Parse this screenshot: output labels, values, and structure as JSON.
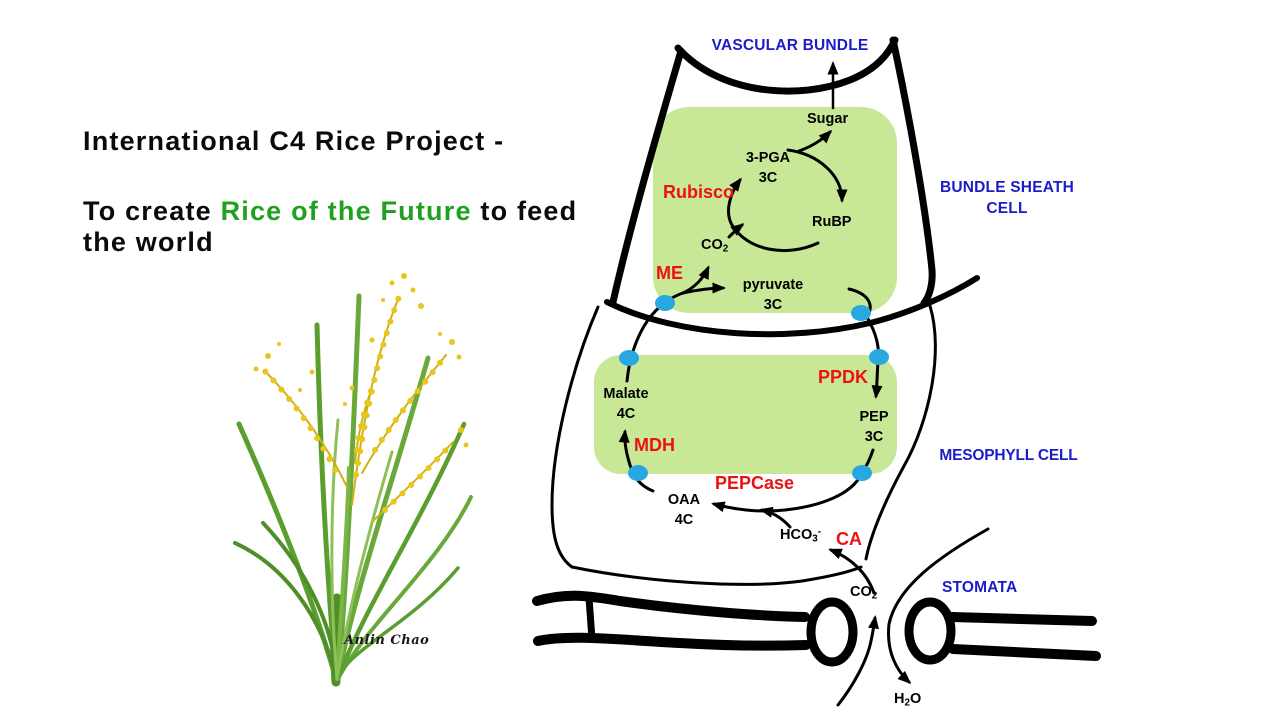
{
  "slide": {
    "title_line1": "International C4 Rice Project -",
    "title_line2_prefix": "To create ",
    "title_line2_highlight": "Rice of the Future",
    "title_line2_suffix": " to feed",
    "title_line3": "the world",
    "signature": "Anlin Chao"
  },
  "colors": {
    "blue_label": "#1b1bc8",
    "red_label": "#ee1111",
    "green_box": "#c9e897",
    "dot_blue": "#29a7e0",
    "title_green": "#1fa11f"
  },
  "diagram": {
    "region_labels": {
      "vascular_bundle": "VASCULAR BUNDLE",
      "bundle_sheath_line1": "BUNDLE SHEATH",
      "bundle_sheath_line2": "CELL",
      "mesophyll_cell": "MESOPHYLL CELL",
      "stomata": "STOMATA"
    },
    "enzymes": {
      "rubisco": "Rubisco",
      "me": "ME",
      "ppdk": "PPDK",
      "mdh": "MDH",
      "pepcase": "PEPCase",
      "ca": "CA"
    },
    "metabolites": {
      "sugar": "Sugar",
      "pga": "3-PGA",
      "pga_c": "3C",
      "rubp": "RuBP",
      "co2_base": "CO",
      "co2_sub": "2",
      "pyruvate": "pyruvate",
      "pyruvate_c": "3C",
      "malate": "Malate",
      "malate_c": "4C",
      "pep": "PEP",
      "pep_c": "3C",
      "oaa": "OAA",
      "oaa_c": "4C",
      "hco3_base": "HCO",
      "hco3_sub": "3",
      "hco3_sup": "-",
      "h2o_pre": "H",
      "h2o_sub": "2",
      "h2o_post": "O"
    }
  }
}
